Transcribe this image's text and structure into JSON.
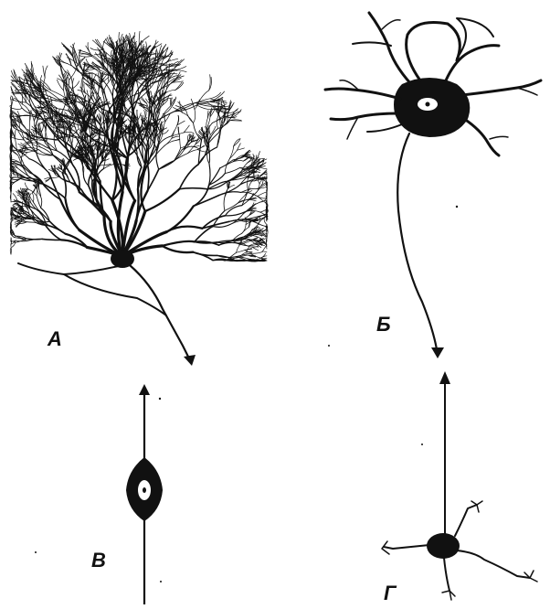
{
  "figure": {
    "labels": {
      "a": "А",
      "b": "Б",
      "v": "В",
      "g": "Г"
    },
    "ink_color": "#111111",
    "background": "#ffffff"
  }
}
